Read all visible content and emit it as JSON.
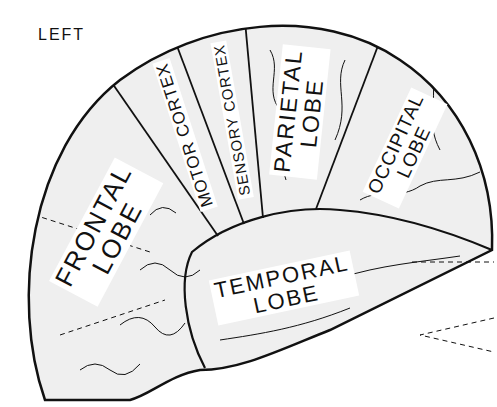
{
  "diagram": {
    "nodes": [
      {
        "text": [
          "FRONTAL LOBE"
        ]
      },
      {
        "text": [
          "MOTOR CORTEX"
        ]
      },
      {
        "text": [
          "SENSORY CORTEX"
        ]
      },
      {
        "text": [
          "PARIETAL LOBE"
        ]
      },
      {
        "text": [
          "OCCIPITAL LOBE"
        ]
      },
      {
        "text": [
          "TEMPORAL LOBE"
        ]
      }
    ],
    "labels": [
      "LEFT"
    ]
  }
}
